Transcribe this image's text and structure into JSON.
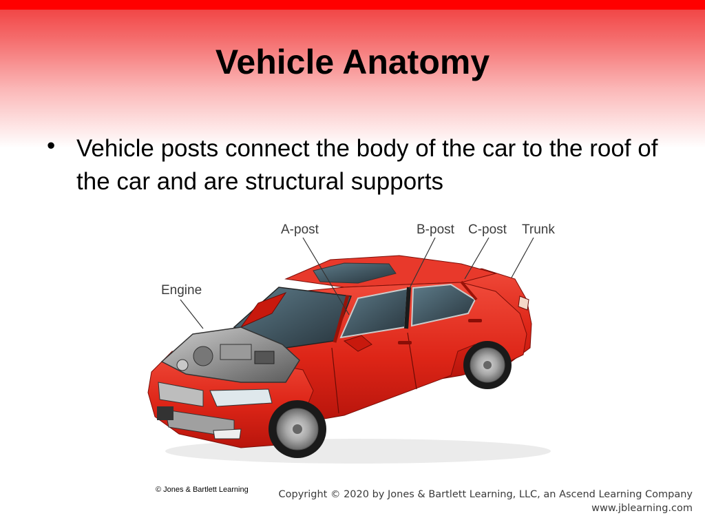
{
  "slide": {
    "title": "Vehicle Anatomy",
    "bullets": [
      "Vehicle posts connect the body of the car to the roof of the car and are structural supports"
    ]
  },
  "figure": {
    "labels": {
      "a_post": "A-post",
      "b_post": "B-post",
      "c_post": "C-post",
      "trunk": "Trunk",
      "engine": "Engine"
    }
  },
  "footer": {
    "image_credit": "© Jones & Bartlett Learning",
    "copyright_line1": "Copyright © 2020 by Jones & Bartlett Learning, LLC, an Ascend Learning Company",
    "copyright_line2": "www.jblearning.com"
  },
  "colors": {
    "top_bar": "#ff0000",
    "car_body": "#e0281c"
  }
}
